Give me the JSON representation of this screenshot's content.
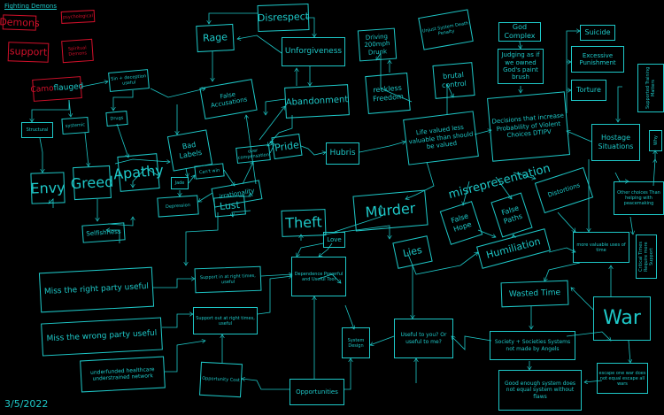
{
  "title": "Fighting Demons",
  "date": "3/5/2022",
  "legend": {
    "demons": "Demons",
    "psychological": "psychological",
    "support": "support",
    "spiritual": "Spiritual Demons"
  },
  "nodes": {
    "camo_red": "Camo",
    "camo_cyan": "flauged",
    "sin": "Sin + deception useful",
    "structural": "Structural",
    "systemic": "systemic",
    "drugs": "Drugs",
    "envy": "Envy",
    "greed": "Greed",
    "apathy": "Apathy",
    "bad_labels": "Bad Labels",
    "jade": "Jade",
    "cant_win": "Can't win",
    "other_comp": "over compensation",
    "irrationality": "irrationality",
    "depression": "Depression",
    "rage": "Rage",
    "disrespect": "Disrespect",
    "unforgiveness": "Unforgiveness",
    "false_acc": "False Accusations",
    "abandonment": "Abandonment",
    "pride": "Pride",
    "hubris": "Hubris",
    "driving": "Driving 200mph Drunk",
    "unjust": "Unjust System Death Penalty",
    "reckless": "reckless Freedom",
    "brutal": "brutal control",
    "life": "Life valued less valuable than should be valued",
    "god": "God Complex",
    "judging": "Judging as if we owned God's paint brush",
    "decisions": "Decisions that increase Probability of Violent Choices DTIPV",
    "suicide": "Suicide",
    "excessive": "Excessive Punishment",
    "torture": "Torture",
    "supported": "Supported Training Matters",
    "hostage": "Hostage Situations",
    "why": "Why",
    "other_choices": "Other choices Than helping with peacemaking",
    "critical": "Critical Times Require more Support",
    "selfishness": "Selfishness",
    "lust": "Lust",
    "theft": "Theft",
    "murder": "Murder",
    "misrep": "misrepresentation",
    "distortions": "Distortions",
    "false_hope": "False Hope",
    "false_paths": "False Paths",
    "humiliation": "Humiliation",
    "more_valuable": "more valuable uses of time",
    "love": "Love",
    "lies": "Lies",
    "dependence": "Dependence Powerful and Useful Tool",
    "support_in": "Support in at right times, useful",
    "support_out": "Support out at right times, useful",
    "miss_right": "Miss the right party useful",
    "miss_wrong": "Miss the wrong party useful",
    "underfunded": "underfunded healthcare understrained network",
    "opp_cost": "Opportunity Cost",
    "opportunities": "Opportunities",
    "system_design": "System Design",
    "useful": "Useful to you? Or useful to me?",
    "wasted": "Wasted Time",
    "war": "War",
    "society": "Society + Societies Systems not made by Angels",
    "good_enough": "Good enough system does not equal system without flaws",
    "escape": "escape one war does not equal escape all wars"
  }
}
